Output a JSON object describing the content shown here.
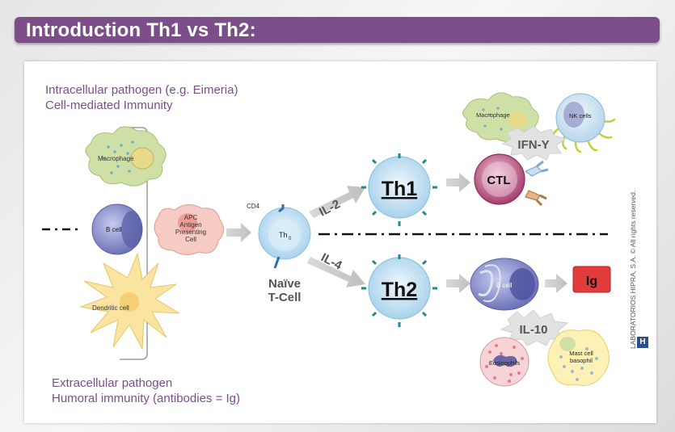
{
  "title": "Introduction Th1 vs Th2:",
  "intracellular": {
    "line1": "Intracellular pathogen (e.g. Eimeria)",
    "line2": "Cell-mediated Immunity"
  },
  "extracellular": {
    "line1": "Extracellular pathogen",
    "line2": "Humoral immunity (antibodies = Ig)"
  },
  "cells": {
    "macrophage": "Macrophage",
    "b_cell": "B cell",
    "dendritic": "Dendritic cell",
    "apc": [
      "APC",
      "Antigen",
      "Presenting",
      "Cell"
    ],
    "cd4": "CD4",
    "th0": "Th",
    "th0_sub": "0",
    "naive": [
      "Naïve",
      "T-Cell"
    ],
    "th1": "Th1",
    "th2": "Th2",
    "ctl": "CTL",
    "macrophage2": "Macrophage",
    "nk": "NK cells",
    "b_cell2": "B cell",
    "ig": "Ig",
    "eosinophils": "Eosinophils",
    "mast": [
      "Mast cell",
      "basophil"
    ]
  },
  "cytokines": {
    "il2": "IL-2",
    "il4": "IL-4",
    "ifn": "IFN-Y",
    "il10": "IL-10"
  },
  "credit": "LABORATORIOS HIPRA, S.A. © All rights reserved.",
  "colors": {
    "title_bg": "#7b4e8a",
    "purple_text": "#7b4e8a",
    "th_cell": "#cde6f5",
    "b_cell": "#9aa0d8",
    "ctl": "#c85c8c",
    "ig_box": "#e23b3b",
    "macrophage": "#cfe0a6",
    "dendritic": "#fae4a0",
    "apc": "#f6cbc4"
  }
}
